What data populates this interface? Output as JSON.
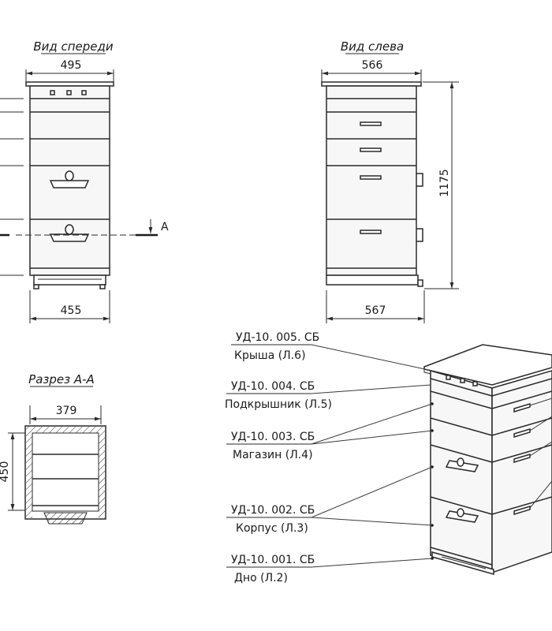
{
  "views": {
    "front_title": "Вид спереди",
    "left_title": "Вид слева",
    "section_title": "Разрез А-А",
    "section_marker": "А"
  },
  "dimensions": {
    "front_top_width": "495",
    "front_bottom_width": "455",
    "left_top_width": "566",
    "left_bottom_width": "567",
    "left_height": "1175",
    "section_width": "379",
    "section_height": "450"
  },
  "parts": [
    {
      "code": "УД-10. 005. СБ",
      "name": "Крыша (Л.6)"
    },
    {
      "code": "УД-10. 004. СБ",
      "name": "Подкрышник (Л.5)"
    },
    {
      "code": "УД-10. 003. СБ",
      "name": "Магазин (Л.4)"
    },
    {
      "code": "УД-10. 002. СБ",
      "name": "Корпус (Л.3)"
    },
    {
      "code": "УД-10. 001. СБ",
      "name": "Дно (Л.2)"
    }
  ]
}
